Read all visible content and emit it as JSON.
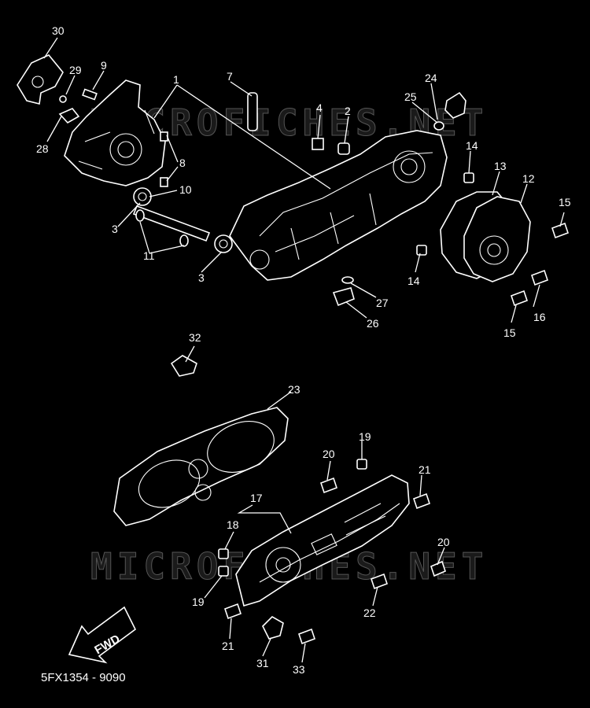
{
  "diagram_code": "5FX1354 - 9090",
  "watermark": "MICROFICHES.NET",
  "fwd_label": "FWD",
  "colors": {
    "background": "#000000",
    "line": "#ffffff",
    "watermark": "#555555"
  },
  "callouts": {
    "c1": "1",
    "c2": "2",
    "c3a": "3",
    "c3b": "3",
    "c4": "4",
    "c7": "7",
    "c8": "8",
    "c9": "9",
    "c10": "10",
    "c11": "11",
    "c12": "12",
    "c13": "13",
    "c14a": "14",
    "c14b": "14",
    "c15a": "15",
    "c15b": "15",
    "c16": "16",
    "c17": "17",
    "c18": "18",
    "c19a": "19",
    "c19b": "19",
    "c20a": "20",
    "c20b": "20",
    "c21a": "21",
    "c21b": "21",
    "c22": "22",
    "c23": "23",
    "c24": "24",
    "c25": "25",
    "c26": "26",
    "c27": "27",
    "c28": "28",
    "c29": "29",
    "c30": "30",
    "c31": "31",
    "c32": "32",
    "c33": "33"
  }
}
